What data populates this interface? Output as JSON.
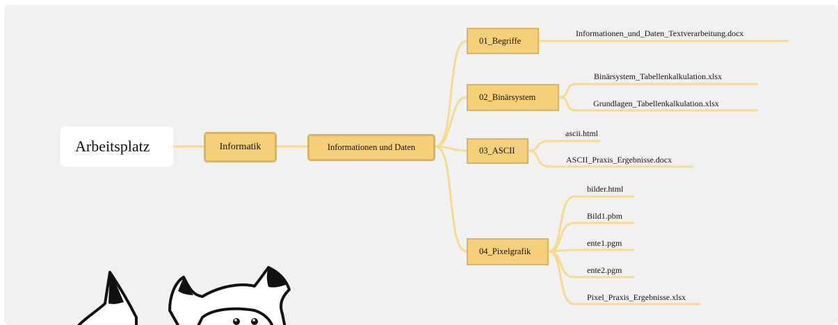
{
  "root": "Arbeitsplatz",
  "level1": "Informatik",
  "level2": "Informationen und Daten",
  "branches": [
    {
      "label": "01_Begriffe",
      "files": [
        "Informationen_und_Daten_Textverarbeitung.docx"
      ]
    },
    {
      "label": "02_Binärsystem",
      "files": [
        "Binärsystem_Tabellenkalkulation.xlsx",
        "Grundlagen_Tabellenkalkulation.xlsx"
      ]
    },
    {
      "label": "03_ASCII",
      "files": [
        "ascii.html",
        "ASCII_Praxis_Ergebnisse.docx"
      ]
    },
    {
      "label": "04_Pixelgrafik",
      "files": [
        "bilder.html",
        "Bild1.pbm",
        "ente1.pgm",
        "ente2.pgm",
        "Pixel_Praxis_Ergebnisse.xlsx"
      ]
    }
  ],
  "colors": {
    "node_fill": "#f6cf7a",
    "node_border": "#d9b45a",
    "connector": "#f7d98f",
    "canvas": "#f1f1f1"
  },
  "mascot": "cartoon-cat-illustration"
}
